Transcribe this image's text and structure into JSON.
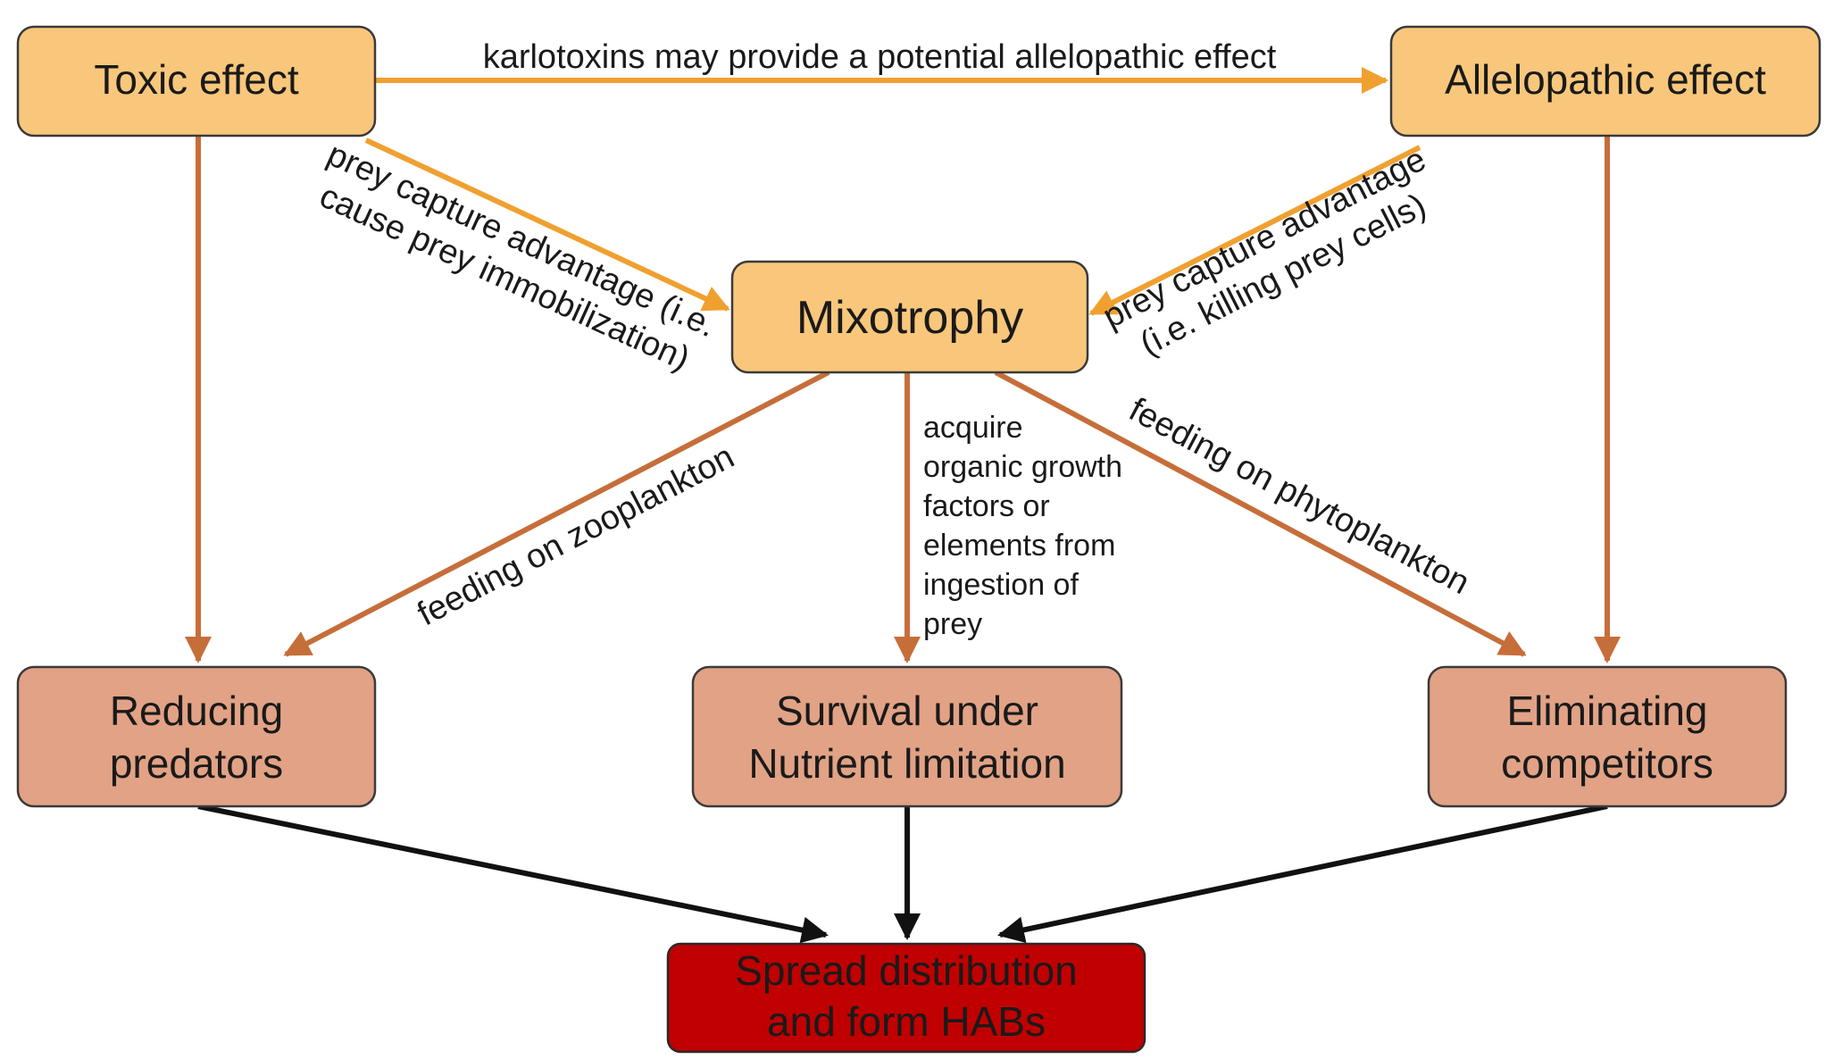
{
  "colors": {
    "top_box_fill": "#F9C77B",
    "mid_box_fill": "#E2A285",
    "final_box_fill": "#C00000",
    "orange_arrow": "#F0A030",
    "brown_arrow": "#C66E3A",
    "black_arrow": "#111111"
  },
  "nodes": {
    "toxic": "Toxic effect",
    "allelopathic": "Allelopathic effect",
    "mixotrophy": "Mixotrophy",
    "reducing": [
      "Reducing",
      "predators"
    ],
    "survival": [
      "Survival under",
      "Nutrient limitation"
    ],
    "eliminating": [
      "Eliminating",
      "competitors"
    ],
    "spread": [
      "Spread distribution",
      "and form HABs"
    ]
  },
  "edges": {
    "toxic_to_allelopathic": "karlotoxins may provide a potential allelopathic effect",
    "toxic_to_mixotrophy": [
      "prey capture advantage (i.e.",
      "cause prey immobilization)"
    ],
    "allelopathic_to_mixotrophy": [
      "prey capture advantage",
      "(i.e. killing prey cells)"
    ],
    "mixotrophy_to_reducing": "feeding on zooplankton",
    "mixotrophy_to_survival": [
      "acquire",
      "organic growth",
      "factors or",
      "elements from",
      "ingestion of",
      "prey"
    ],
    "mixotrophy_to_eliminating": "feeding on phytoplankton"
  }
}
